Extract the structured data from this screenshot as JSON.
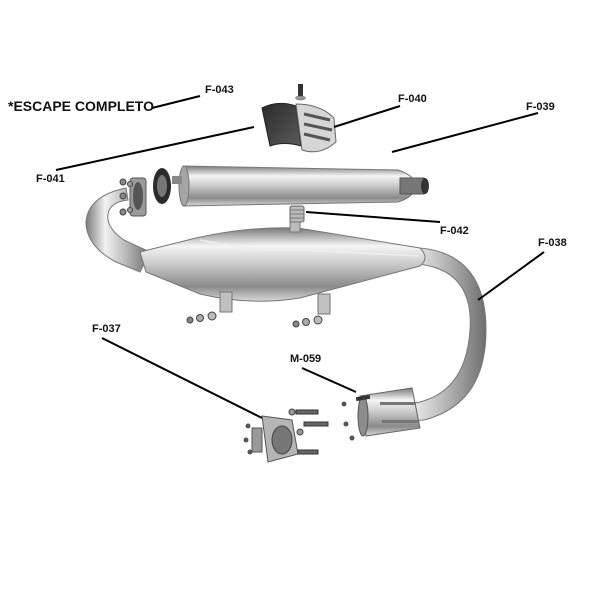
{
  "title": "*ESCAPE COMPLETO",
  "labels": {
    "f043": "F-043",
    "f040": "F-040",
    "f039": "F-039",
    "f041": "F-041",
    "f042": "F-042",
    "f038": "F-038",
    "f037": "F-037",
    "m059": "M-059"
  },
  "colors": {
    "chrome_light": "#f4f4f4",
    "chrome_mid": "#b9b9b9",
    "chrome_dark": "#6e6e6e",
    "leader": "#000000"
  }
}
